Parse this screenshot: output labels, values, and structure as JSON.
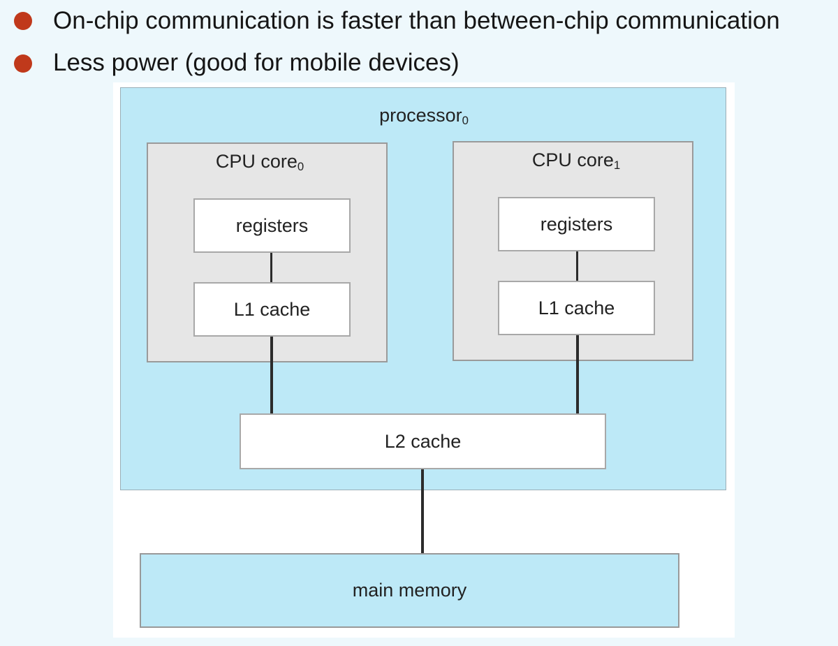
{
  "bullets": [
    {
      "text": "On-chip communication is faster than between-chip communication"
    },
    {
      "text": "Less power (good for mobile devices)"
    }
  ],
  "colors": {
    "bullet": "#c0391b",
    "processor_fill": "#bde9f7",
    "core_fill": "#e6e6e6",
    "memory_fill": "#bde9f7"
  },
  "diagram": {
    "processor": {
      "label": "processor",
      "subscript": "0"
    },
    "cores": [
      {
        "label": "CPU core",
        "subscript": "0",
        "registers": "registers",
        "l1": "L1 cache"
      },
      {
        "label": "CPU core",
        "subscript": "1",
        "registers": "registers",
        "l1": "L1 cache"
      }
    ],
    "l2": "L2 cache",
    "memory": "main memory"
  }
}
